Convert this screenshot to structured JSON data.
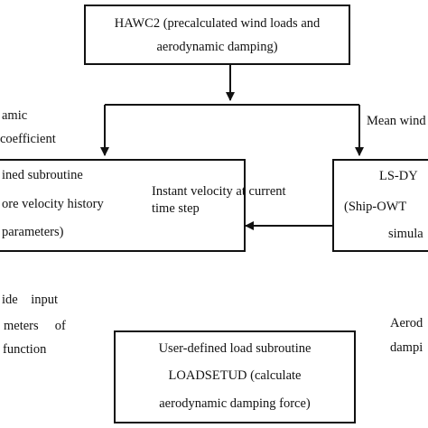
{
  "boxes": {
    "hawc2": {
      "line1": "HAWC2 (precalculated wind loads and",
      "line2": "aerodynamic damping)"
    },
    "velocity_sub": {
      "line1": "ined subroutine",
      "line2": "ore velocity history",
      "line3": "parameters)"
    },
    "lsdyna": {
      "line1": "LS-DY",
      "line2": "(Ship-OWT",
      "line3": "simula"
    },
    "load_sub": {
      "line1": "User-defined load subroutine",
      "line2": "LOADSETUD (calculate",
      "line3": "aerodynamic damping force)"
    }
  },
  "labels": {
    "left_top_1": "amic",
    "left_top_2": "coefficient",
    "mean_wind": "Mean wind",
    "instant_1": "Instant velocity at current",
    "instant_2": "time step",
    "provide_1": "ide    input",
    "provide_2": "meters     of",
    "provide_3": "function",
    "aero_1": "Aerod",
    "aero_2": "dampi"
  },
  "colors": {
    "line": "#111111",
    "background": "#ffffff"
  }
}
